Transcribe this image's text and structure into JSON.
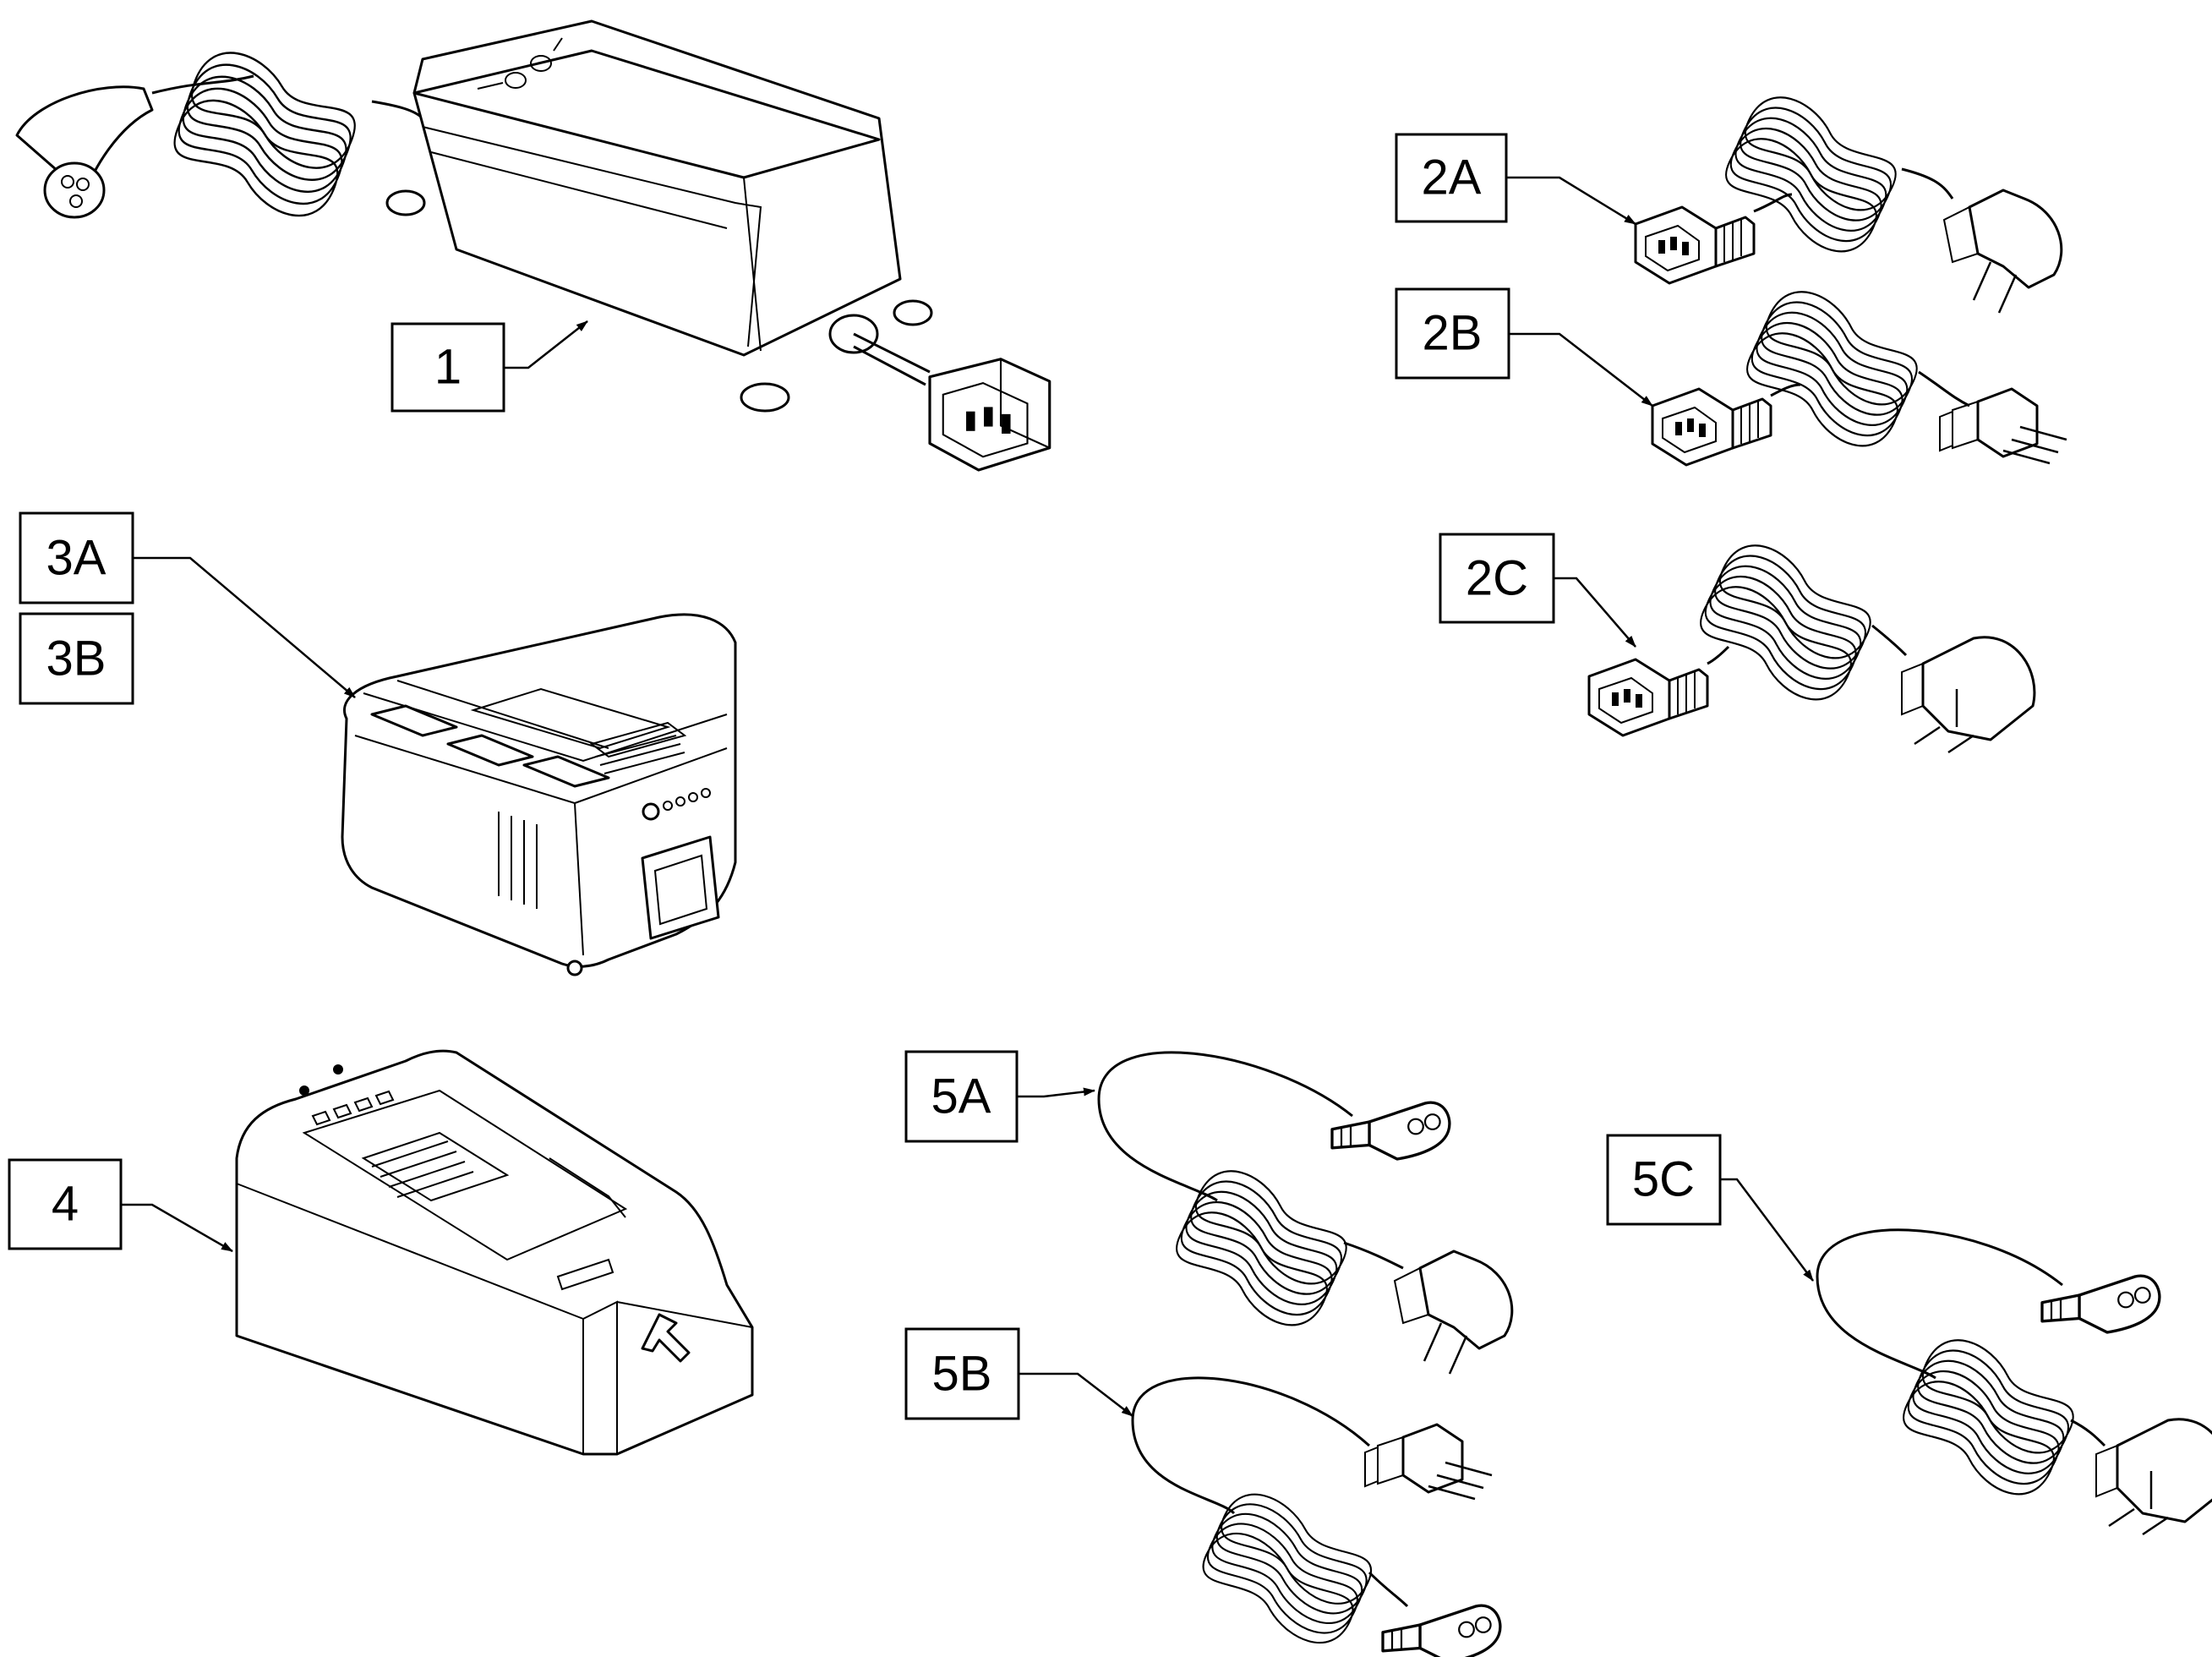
{
  "diagram": {
    "labels": [
      "1",
      "2A",
      "2B",
      "2C",
      "3A",
      "3B",
      "4",
      "5A",
      "5B",
      "5C"
    ]
  },
  "colors": {
    "line": "#000000",
    "background": "#ffffff"
  }
}
